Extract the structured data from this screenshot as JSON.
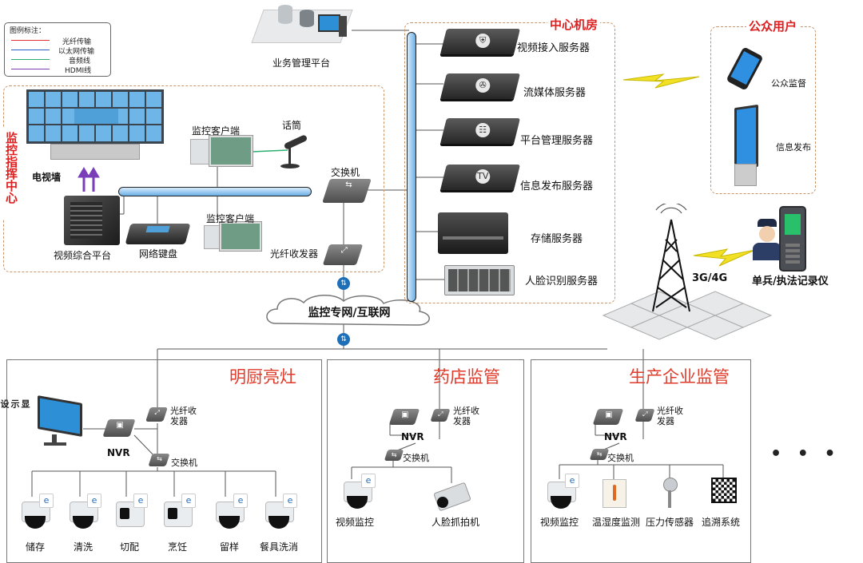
{
  "legend": {
    "title": "图例标注：",
    "items": [
      {
        "label": "光纤传输",
        "color": "#e03030"
      },
      {
        "label": "以太网传输",
        "color": "#2a5fc9"
      },
      {
        "label": "音频线",
        "color": "#2bb070"
      },
      {
        "label": "HDMI线",
        "color": "#7a3fb8"
      }
    ]
  },
  "top": {
    "business_platform": "业务管理平台"
  },
  "command_center": {
    "title": "监控指挥中心",
    "tv_wall": "电视墙",
    "video_platform": "视频综合平台",
    "network_keyboard": "网络键盘",
    "client_1": "监控客户端",
    "client_2": "监控客户端",
    "microphone": "话筒",
    "switch": "交换机",
    "fiber_transceiver": "光纤收发器"
  },
  "center_room": {
    "title": "中心机房",
    "servers": [
      {
        "label": "视频接入服务器",
        "icon": "shield-icon"
      },
      {
        "label": "流媒体服务器",
        "icon": "film-icon"
      },
      {
        "label": "平台管理服务器",
        "icon": "database-icon"
      },
      {
        "label": "信息发布服务器",
        "icon": "tv-icon"
      },
      {
        "label": "存储服务器",
        "icon": "storage-icon"
      },
      {
        "label": "人脸识别服务器",
        "icon": "rack-icon"
      }
    ]
  },
  "public_users": {
    "title": "公众用户",
    "phone": "公众监督",
    "kiosk": "信息发布"
  },
  "mobile": {
    "network": "3G/4G",
    "device": "单兵/执法记录仪"
  },
  "cloud": {
    "label": "监控专网/互联网"
  },
  "kitchen": {
    "title": "明厨亮灶",
    "display": "显示设备",
    "nvr": "NVR",
    "fiber": "光纤收发器",
    "switch": "交换机",
    "cameras": [
      "储存",
      "清洗",
      "切配",
      "烹饪",
      "留样",
      "餐具洗消"
    ]
  },
  "pharmacy": {
    "title": "药店监管",
    "nvr": "NVR",
    "fiber": "光纤收发器",
    "switch": "交换机",
    "devices": [
      "视频监控",
      "人脸抓拍机"
    ]
  },
  "enterprise": {
    "title": "生产企业监管",
    "nvr": "NVR",
    "fiber": "光纤收发器",
    "switch": "交换机",
    "devices": [
      "视频监控",
      "温湿度监测",
      "压力传感器",
      "追溯系统"
    ]
  },
  "more": "• • •"
}
